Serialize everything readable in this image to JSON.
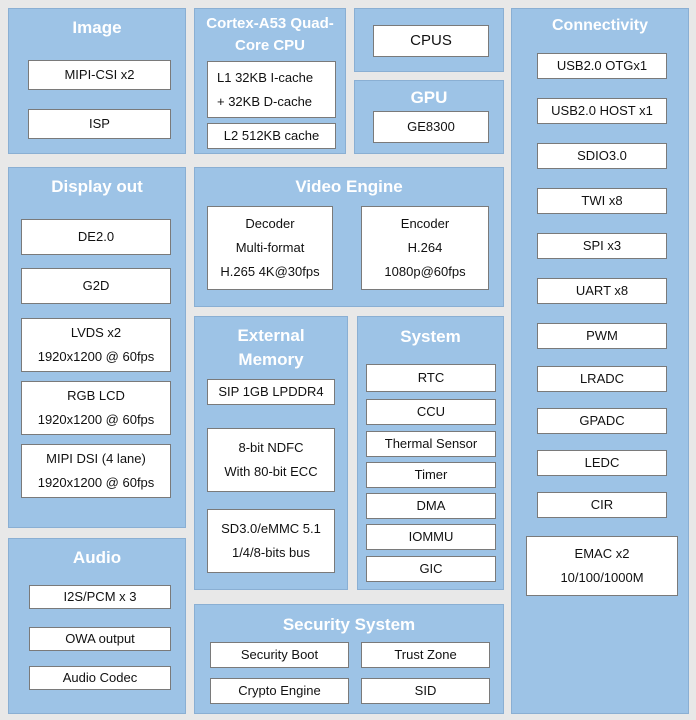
{
  "image": {
    "title": "Image",
    "items": [
      "MIPI-CSI x2",
      "ISP"
    ]
  },
  "cpu": {
    "title_line1": "Cortex-A53 Quad-",
    "title_line2": "Core CPU",
    "cache_line1": "L1  32KB  I-cache",
    "cache_line2": "+  32KB  D-cache",
    "l2": "L2 512KB cache"
  },
  "cpus": {
    "label": "CPUS"
  },
  "gpu": {
    "title": "GPU",
    "item": "GE8300"
  },
  "connectivity": {
    "title": "Connectivity",
    "items": [
      "USB2.0 OTGx1",
      "USB2.0 HOST x1",
      "SDIO3.0",
      "TWI x8",
      "SPI x3",
      "UART x8",
      "PWM",
      "LRADC",
      "GPADC",
      "LEDC",
      "CIR"
    ],
    "emac_line1": "EMAC x2",
    "emac_line2": "10/100/1000M"
  },
  "display": {
    "title": "Display out",
    "de": "DE2.0",
    "g2d": "G2D",
    "lvds_line1": "LVDS x2",
    "lvds_line2": "1920x1200 @ 60fps",
    "rgb_line1": "RGB LCD",
    "rgb_line2": "1920x1200 @ 60fps",
    "dsi_line1": "MIPI DSI (4 lane)",
    "dsi_line2": "1920x1200 @ 60fps"
  },
  "video": {
    "title": "Video Engine",
    "decoder": [
      "Decoder",
      "Multi-format",
      "H.265 4K@30fps"
    ],
    "encoder": [
      "Encoder",
      "H.264",
      "1080p@60fps"
    ]
  },
  "memory": {
    "title_line1": "External",
    "title_line2": "Memory",
    "sip": "SIP 1GB LPDDR4",
    "ndfc_line1": "8-bit NDFC",
    "ndfc_line2": "With 80-bit ECC",
    "emmc_line1": "SD3.0/eMMC 5.1",
    "emmc_line2": "1/4/8-bits bus"
  },
  "system": {
    "title": "System",
    "items": [
      "RTC",
      "CCU",
      "Thermal Sensor",
      "Timer",
      "DMA",
      "IOMMU",
      "GIC"
    ]
  },
  "audio": {
    "title": "Audio",
    "items": [
      "I2S/PCM x 3",
      "OWA output",
      "Audio Codec"
    ]
  },
  "security": {
    "title": "Security System",
    "items": [
      "Security Boot",
      "Trust Zone",
      "Crypto Engine",
      "SID"
    ]
  },
  "colors": {
    "panel": "#9dc3e6",
    "box": "#ffffff",
    "title_text": "#ffffff",
    "background": "#e8e8e8"
  }
}
